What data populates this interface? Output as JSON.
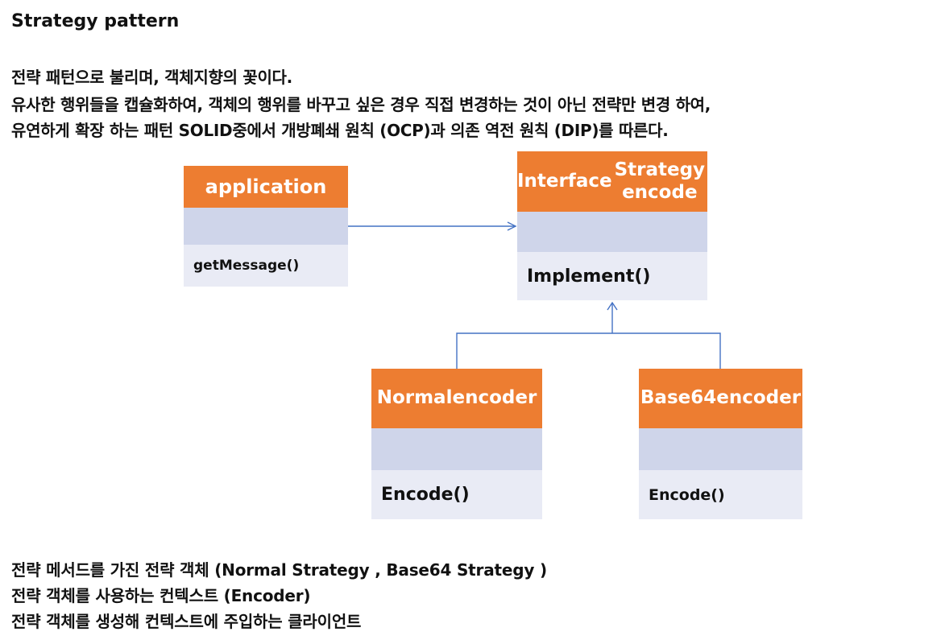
{
  "title": "Strategy pattern",
  "description": [
    "전략 패턴으로 불리며, 객체지향의 꽃이다.",
    "유사한 행위들을 캡슐화하여, 객체의 행위를 바꾸고 싶은 경우 직접 변경하는 것이 아닌 전략만 변경 하여,",
    "유연하게 확장 하는 패턴 SOLID중에서 개방폐쇄 원칙 (OCP)과 의존 역전 원칙 (DIP)를 따른다."
  ],
  "diagram": {
    "application": {
      "name": "application",
      "attributes": "",
      "method": "getMessage()"
    },
    "interface": {
      "name_lines": [
        "Interface",
        "Strategy encode"
      ],
      "attributes": "",
      "method": "Implement()"
    },
    "normal": {
      "name_lines": [
        "Normal",
        "encoder"
      ],
      "attributes": "",
      "method": "Encode()"
    },
    "base64": {
      "name_lines": [
        "Base64",
        "encoder"
      ],
      "attributes": "",
      "method": "Encode()"
    },
    "relations": [
      {
        "from": "application",
        "to": "interface",
        "kind": "association"
      },
      {
        "from": "normal",
        "to": "interface",
        "kind": "realization"
      },
      {
        "from": "base64",
        "to": "interface",
        "kind": "realization"
      }
    ],
    "colors": {
      "header": "#ed7d31",
      "attributes_band": "#cfd5ea",
      "methods_band": "#e9ebf5",
      "connector": "#4472c4"
    }
  },
  "notes": [
    "전략 메서드를 가진 전략 객체 (Normal Strategy , Base64 Strategy )",
    "전략 객체를 사용하는 컨텍스트 (Encoder)",
    "전략 객체를 생성해 컨텍스트에 주입하는 클라이언트"
  ]
}
